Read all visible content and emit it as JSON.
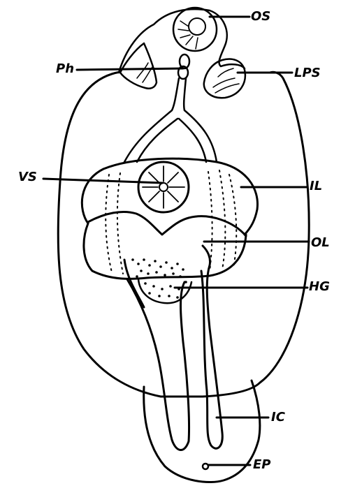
{
  "labels": {
    "os": "OS",
    "ph": "Ph",
    "lps": "LPS",
    "vs": "VS",
    "il": "IL",
    "ol": "OL",
    "hg": "HG",
    "ic": "IC",
    "ep": "EP"
  },
  "colors": {
    "ink": "#000000",
    "paper": "#ffffff"
  }
}
